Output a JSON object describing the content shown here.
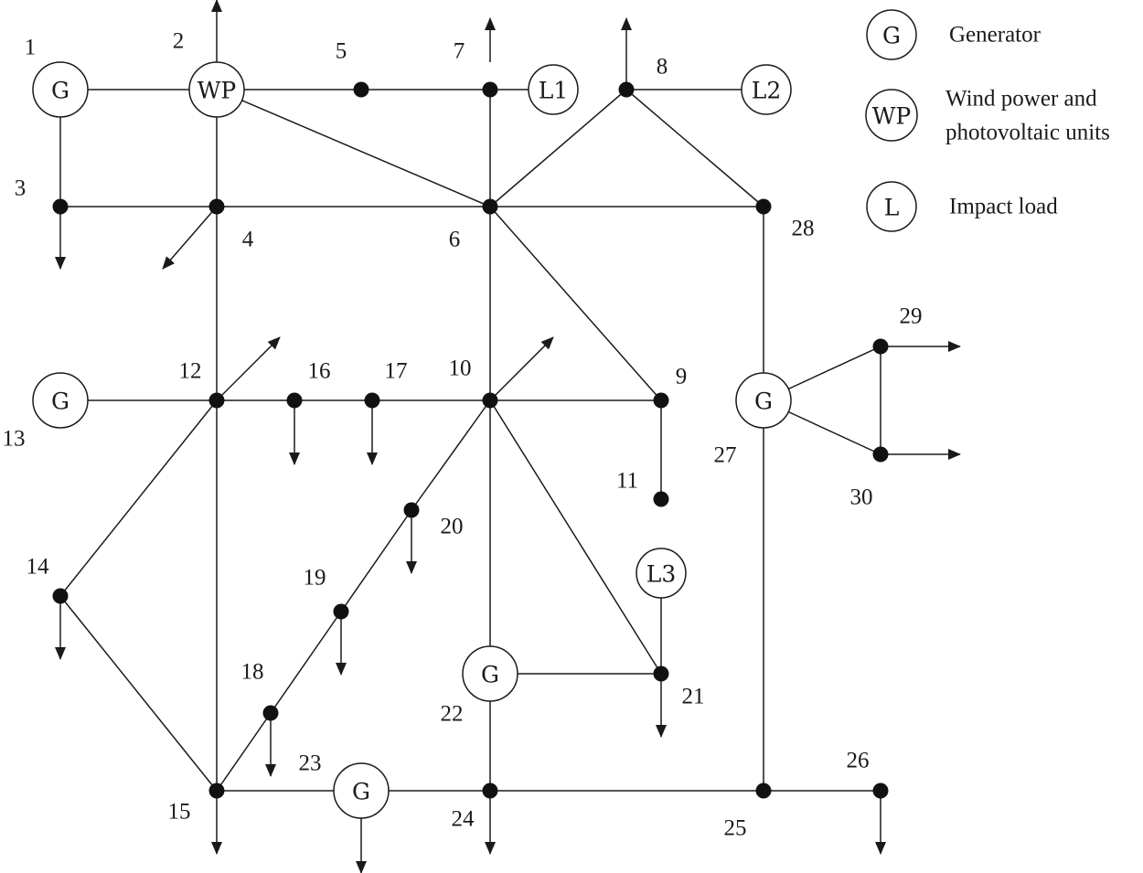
{
  "legend": [
    {
      "symbol": "G",
      "lines": [
        "Generator"
      ]
    },
    {
      "symbol": "WP",
      "lines": [
        "Wind power and",
        "photovoltaic units"
      ]
    },
    {
      "symbol": "L",
      "lines": [
        "Impact load"
      ]
    }
  ],
  "buses": [
    {
      "id": "b1",
      "label": "1",
      "device": "G"
    },
    {
      "id": "b2",
      "label": "2",
      "device": "WP"
    },
    {
      "id": "b3",
      "label": "3"
    },
    {
      "id": "b4",
      "label": "4"
    },
    {
      "id": "b5",
      "label": "5"
    },
    {
      "id": "b6",
      "label": "6"
    },
    {
      "id": "b7",
      "label": "7"
    },
    {
      "id": "b8",
      "label": "8"
    },
    {
      "id": "b9",
      "label": "9"
    },
    {
      "id": "b10",
      "label": "10"
    },
    {
      "id": "b11",
      "label": "11"
    },
    {
      "id": "b12",
      "label": "12"
    },
    {
      "id": "b13",
      "label": "13",
      "device": "G"
    },
    {
      "id": "b14",
      "label": "14"
    },
    {
      "id": "b15",
      "label": "15"
    },
    {
      "id": "b16",
      "label": "16"
    },
    {
      "id": "b17",
      "label": "17"
    },
    {
      "id": "b18",
      "label": "18"
    },
    {
      "id": "b19",
      "label": "19"
    },
    {
      "id": "b20",
      "label": "20"
    },
    {
      "id": "b21",
      "label": "21"
    },
    {
      "id": "b22",
      "label": "22",
      "device": "G"
    },
    {
      "id": "b23",
      "label": "23",
      "device": "G"
    },
    {
      "id": "b24",
      "label": "24"
    },
    {
      "id": "b25",
      "label": "25"
    },
    {
      "id": "b26",
      "label": "26"
    },
    {
      "id": "b27",
      "label": "27",
      "device": "G"
    },
    {
      "id": "b28",
      "label": "28"
    },
    {
      "id": "b29",
      "label": "29"
    },
    {
      "id": "b30",
      "label": "30"
    }
  ],
  "impact_loads": [
    {
      "id": "L1",
      "label": "L1",
      "bus": "b7"
    },
    {
      "id": "L2",
      "label": "L2",
      "bus": "b8"
    },
    {
      "id": "L3",
      "label": "L3",
      "bus": "b21"
    }
  ],
  "lines": [
    [
      "b1",
      "b2"
    ],
    [
      "b2",
      "b5"
    ],
    [
      "b5",
      "b7"
    ],
    [
      "b7",
      "L1"
    ],
    [
      "b8",
      "L2"
    ],
    [
      "b1",
      "b3"
    ],
    [
      "b3",
      "b4"
    ],
    [
      "b4",
      "b6"
    ],
    [
      "b6",
      "b28"
    ],
    [
      "b2",
      "b4"
    ],
    [
      "b2",
      "b6"
    ],
    [
      "b6",
      "b7"
    ],
    [
      "b6",
      "b8"
    ],
    [
      "b8",
      "b28"
    ],
    [
      "b6",
      "b9"
    ],
    [
      "b6",
      "b10"
    ],
    [
      "b28",
      "b27"
    ],
    [
      "b27",
      "b29"
    ],
    [
      "b27",
      "b30"
    ],
    [
      "b29",
      "b30"
    ],
    [
      "b13",
      "b12"
    ],
    [
      "b12",
      "b16"
    ],
    [
      "b16",
      "b17"
    ],
    [
      "b17",
      "b10"
    ],
    [
      "b10",
      "b9"
    ],
    [
      "b9",
      "b11"
    ],
    [
      "b4",
      "b12"
    ],
    [
      "b12",
      "b15"
    ],
    [
      "b12",
      "b14"
    ],
    [
      "b14",
      "b15"
    ],
    [
      "b15",
      "b18"
    ],
    [
      "b18",
      "b19"
    ],
    [
      "b19",
      "b20"
    ],
    [
      "b20",
      "b10"
    ],
    [
      "b10",
      "b22"
    ],
    [
      "b10",
      "b21"
    ],
    [
      "b22",
      "b21"
    ],
    [
      "b21",
      "L3"
    ],
    [
      "b15",
      "b23"
    ],
    [
      "b23",
      "b24"
    ],
    [
      "b22",
      "b24"
    ],
    [
      "b24",
      "b25"
    ],
    [
      "b27",
      "b25"
    ],
    [
      "b25",
      "b26"
    ]
  ],
  "load_arrows": [
    "b2",
    "b7",
    "b8",
    "b3",
    "b4",
    "b12",
    "b10",
    "b16",
    "b17",
    "b20",
    "b19",
    "b18",
    "b14",
    "b21",
    "b15",
    "b23",
    "b24",
    "b26",
    "b29",
    "b30"
  ]
}
